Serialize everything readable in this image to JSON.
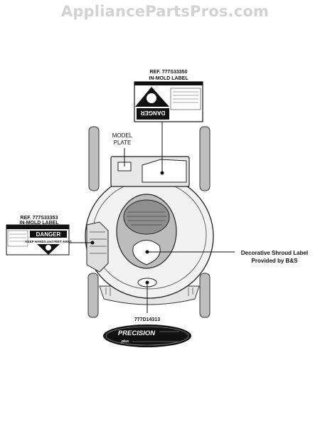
{
  "watermark": "AppliancePartsPros.com",
  "labels": {
    "top_ref": "REF. 777S33350",
    "top_type": "IN-MOLD LABEL",
    "left_ref": "REF. 777S33353",
    "left_type": "IN-MOLD LABEL",
    "model_plate_line1": "MODEL",
    "model_plate_line2": "PLATE",
    "shroud_line1": "Decorative Shroud Label",
    "shroud_line2": "Provided by B&S",
    "bottom_ref": "777D14313"
  },
  "decals": {
    "danger_word": "DANGER",
    "danger_sub": "KEEP HANDS and FEET AWAY",
    "brand": "PRECISION",
    "brand_sub": "plus"
  }
}
